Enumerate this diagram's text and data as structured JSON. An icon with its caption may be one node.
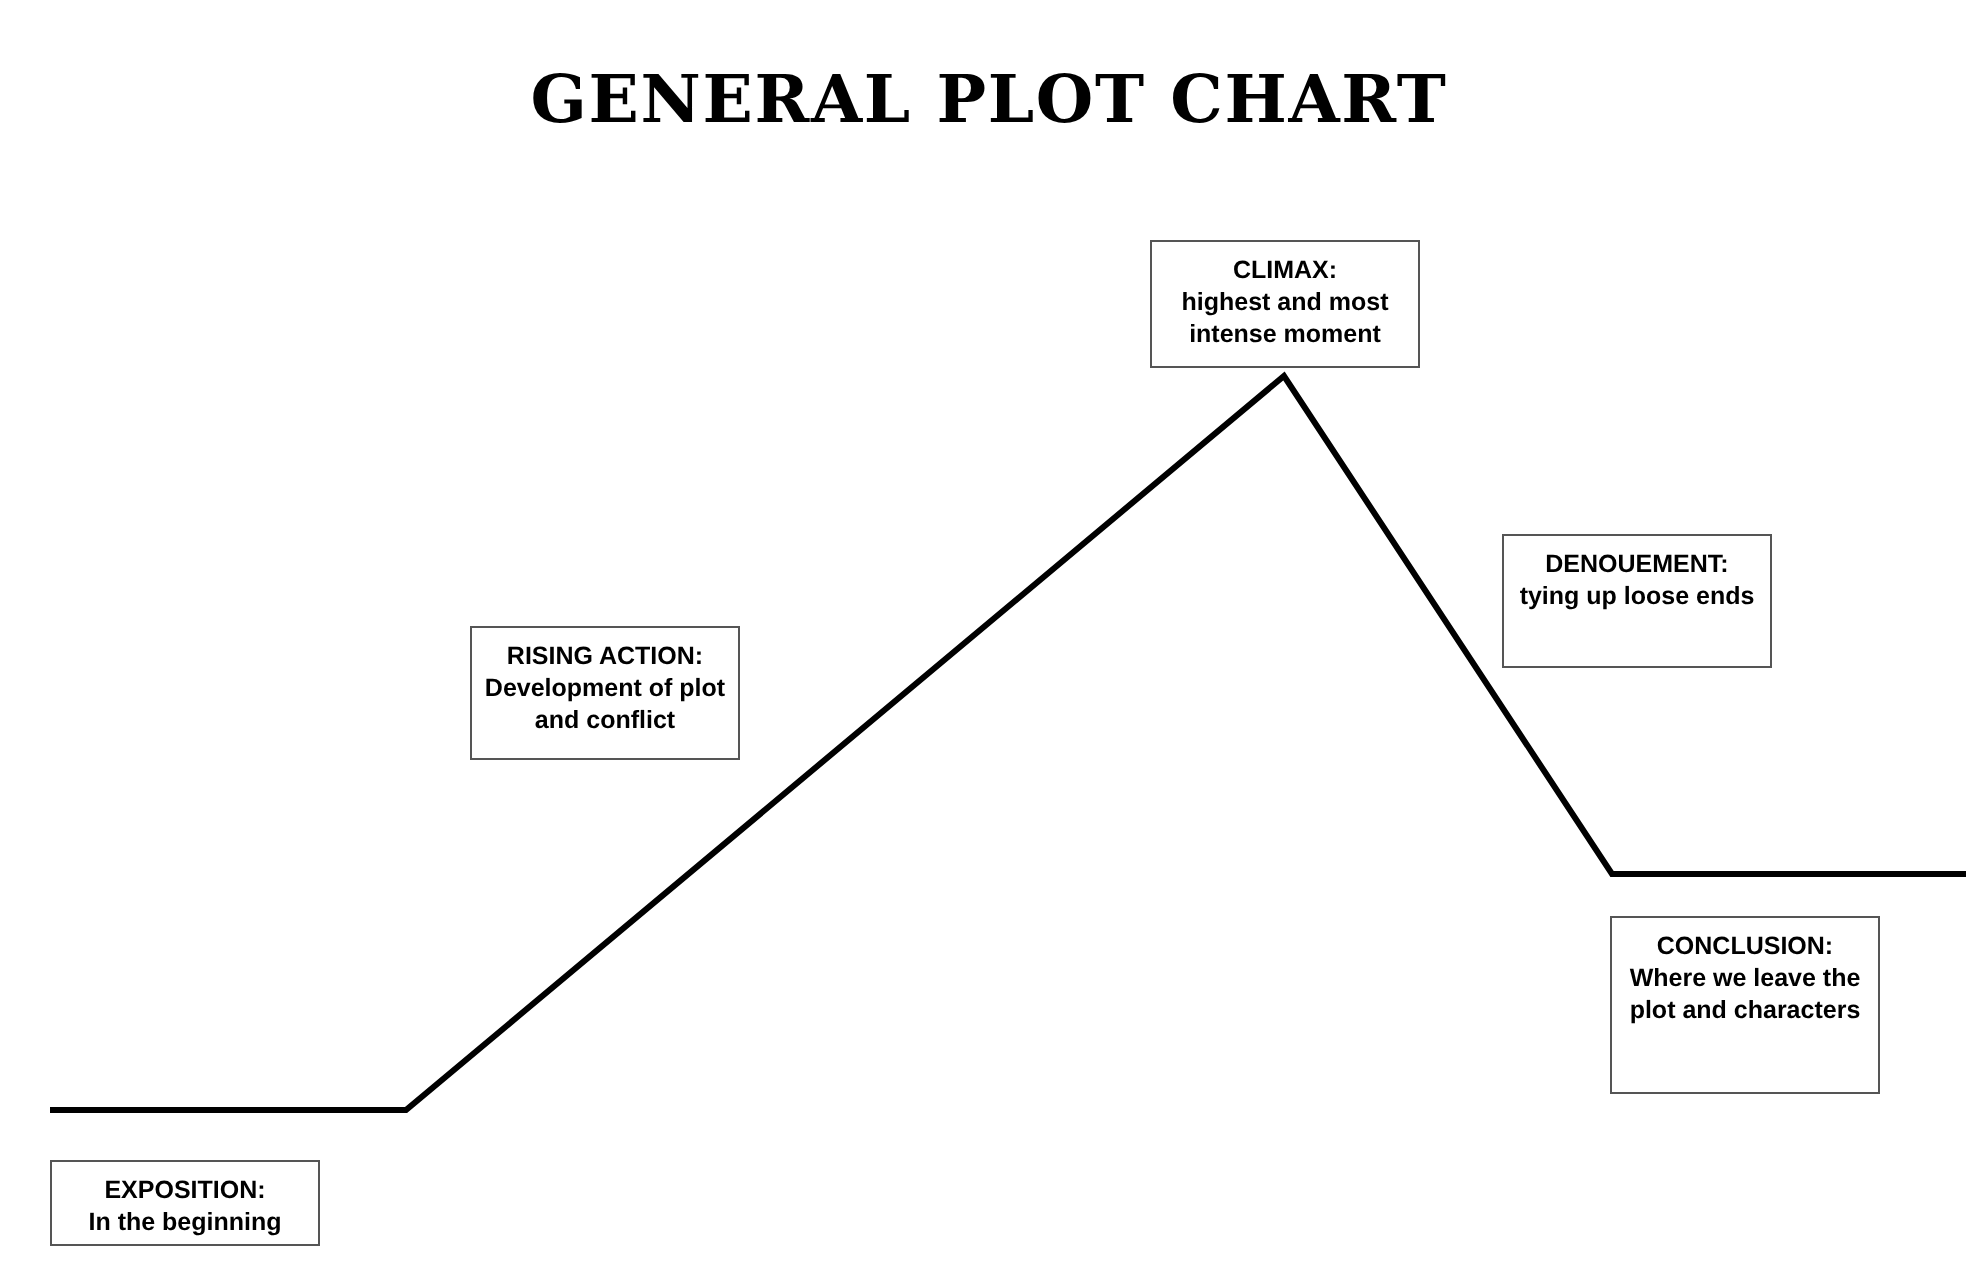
{
  "diagram": {
    "title": "GENERAL PLOT CHART",
    "nodes": [
      {
        "text": [
          "CLIMAX:",
          "highest and most intense moment"
        ]
      },
      {
        "text": [
          "RISING ACTION:",
          "Development of plot and conflict"
        ]
      },
      {
        "text": [
          "DENOUEMENT:",
          "tying up loose ends"
        ]
      },
      {
        "text": [
          "CONCLUSION:",
          "Where we leave the plot and characters"
        ]
      },
      {
        "text": [
          "EXPOSITION:",
          "In the beginning"
        ]
      }
    ]
  }
}
